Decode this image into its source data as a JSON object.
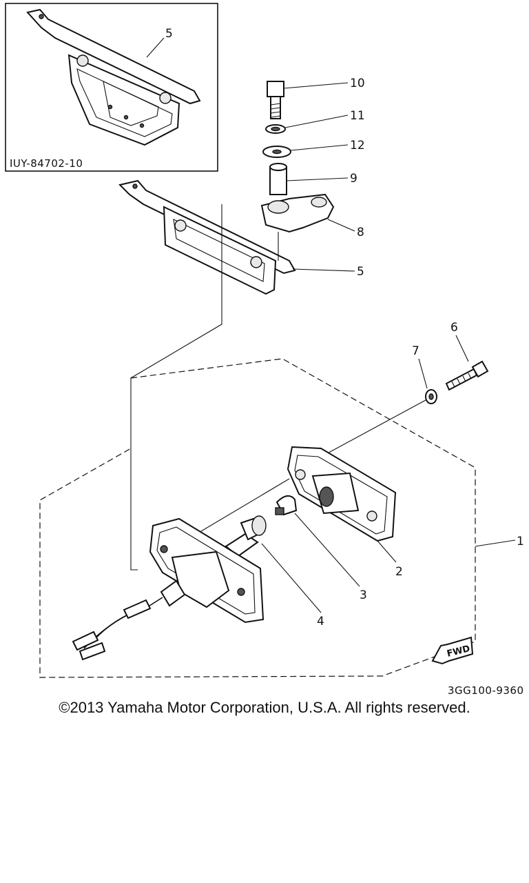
{
  "diagram": {
    "inset_code": "IUY-84702-10",
    "drawing_code": "3GG100-9360",
    "fwd_label": "FWD",
    "callouts": {
      "c1": "1",
      "c2": "2",
      "c3": "3",
      "c4": "4",
      "c5_inset": "5",
      "c5_main": "5",
      "c6": "6",
      "c7": "7",
      "c8": "8",
      "c9": "9",
      "c10": "10",
      "c11": "11",
      "c12": "12"
    }
  },
  "footer": {
    "copyright": "©2013 Yamaha Motor Corporation, U.S.A. All rights reserved."
  }
}
